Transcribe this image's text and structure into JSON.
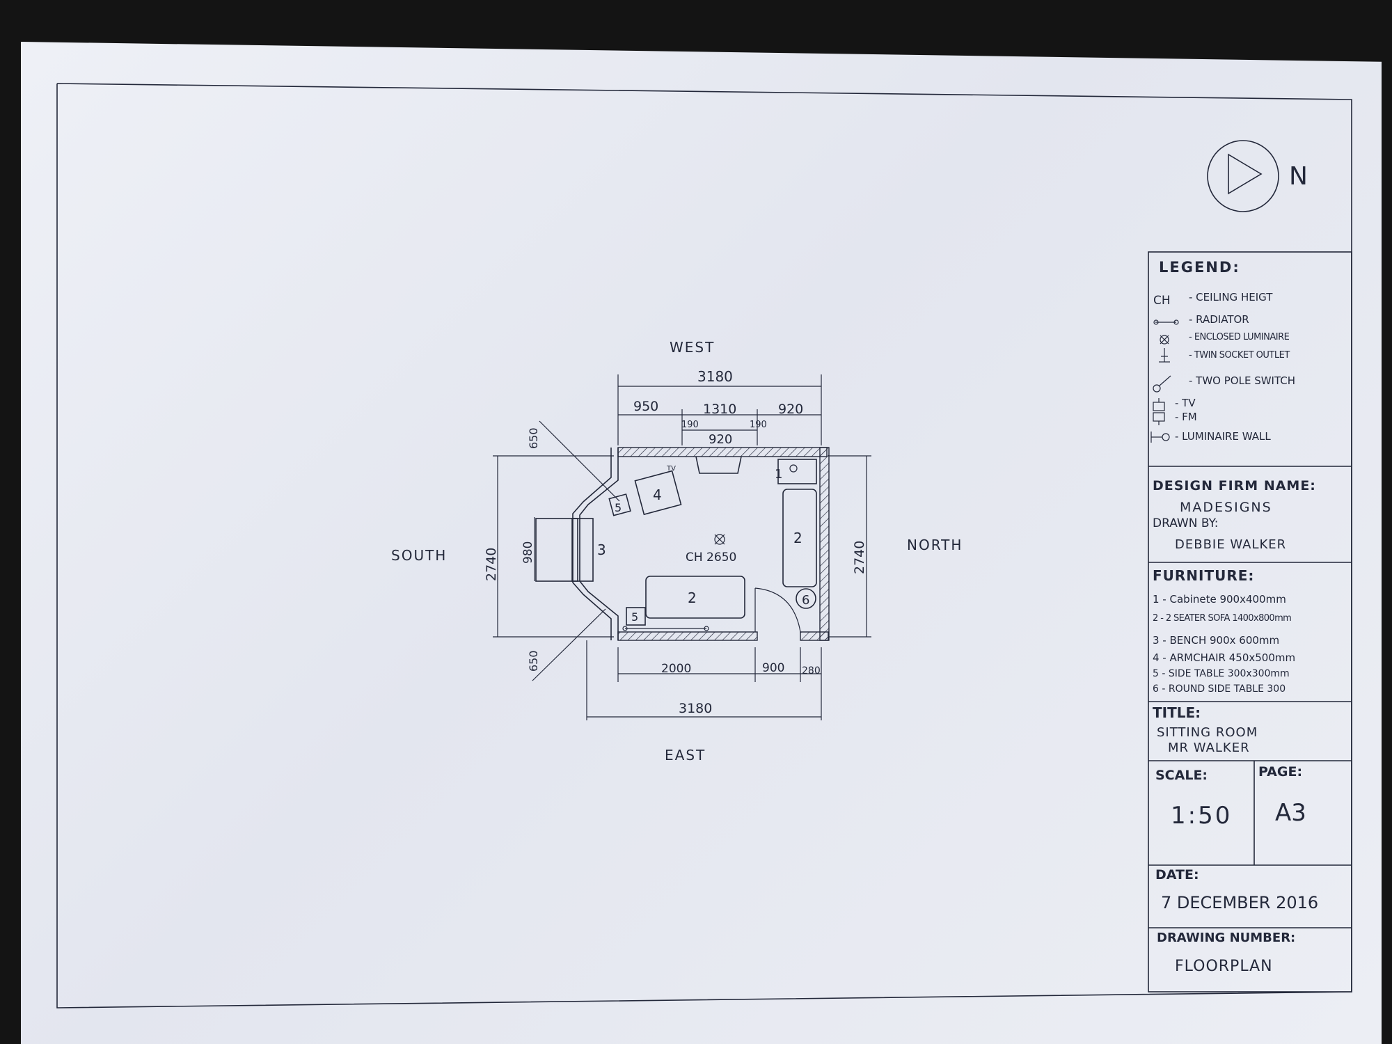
{
  "north_arrow": {
    "label": "N"
  },
  "compass": {
    "west": "WEST",
    "east": "EAST",
    "south": "SOUTH",
    "north": "NORTH"
  },
  "dimensions": {
    "top_total": "3180",
    "top_left": "950",
    "top_mid": "1310",
    "top_right": "920",
    "inner_left": "190",
    "inner_mid": "920",
    "inner_right": "190",
    "bottom_left": "2000",
    "bottom_mid": "900",
    "bottom_right": "280",
    "bottom_total": "3180",
    "left_height": "2740",
    "right_height": "2740",
    "bay_depth": "980",
    "diag_top": "650",
    "diag_bottom": "650"
  },
  "room": {
    "ceiling_height": "CH 2650"
  },
  "furniture_marks": {
    "cabinet": "1",
    "sofa": "2",
    "bench": "3",
    "armchair": "4",
    "side_table": "5",
    "round_table": "6"
  },
  "tv_label": "TV",
  "legend": {
    "title": "LEGEND:",
    "items": [
      {
        "code": "CH",
        "desc": "- CEILING HEIGT"
      },
      {
        "code": "radiator-icon",
        "desc": "- RADIATOR"
      },
      {
        "code": "enclosed-luminaire-icon",
        "desc": "- ENCLOSED LUMINAIRE"
      },
      {
        "code": "twin-socket-icon",
        "desc": "- TWIN SOCKET OUTLET"
      },
      {
        "code": "switch-icon",
        "desc": "- TWO POLE SWITCH"
      },
      {
        "code": "tv-icon",
        "desc": "- TV"
      },
      {
        "code": "fm-icon",
        "desc": "- FM"
      },
      {
        "code": "wall-luminaire-icon",
        "desc": "- LUMINAIRE WALL"
      }
    ]
  },
  "firm": {
    "label": "DESIGN FIRM NAME:",
    "name": "MADESIGNS",
    "drawn_by_label": "DRAWN BY:",
    "drawn_by": "DEBBIE WALKER"
  },
  "furniture": {
    "title": "FURNITURE:",
    "items": [
      "1 - Cabinete 900x400mm",
      "2 - 2 SEATER SOFA 1400x800mm",
      "3 - BENCH 900x 600mm",
      "4 - ARMCHAIR 450x500mm",
      "5 - SIDE TABLE 300x300mm",
      "6 - ROUND SIDE TABLE 300"
    ]
  },
  "title_block": {
    "label": "TITLE:",
    "line1": "SITTING ROOM",
    "line2": "MR WALKER"
  },
  "scale": {
    "label": "SCALE:",
    "value": "1:50"
  },
  "page": {
    "label": "PAGE:",
    "value": "A3"
  },
  "date": {
    "label": "DATE:",
    "value": "7 DECEMBER 2016"
  },
  "drawing_number": {
    "label": "DRAWING NUMBER:",
    "value": "FLOORPLAN"
  }
}
